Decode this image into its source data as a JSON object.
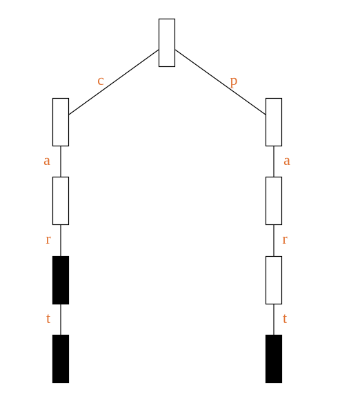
{
  "diagram": {
    "type": "trie",
    "colors": {
      "label": "#e07030",
      "node_fill": "#ffffff",
      "terminal_fill": "#000000",
      "stroke": "#000000"
    },
    "nodes": [
      {
        "id": "root",
        "terminal": false
      },
      {
        "id": "c",
        "terminal": false
      },
      {
        "id": "ca",
        "terminal": false
      },
      {
        "id": "car",
        "terminal": true
      },
      {
        "id": "cart",
        "terminal": true
      },
      {
        "id": "p",
        "terminal": false
      },
      {
        "id": "pa",
        "terminal": false
      },
      {
        "id": "par",
        "terminal": false
      },
      {
        "id": "part",
        "terminal": true
      }
    ],
    "edges": [
      {
        "from": "root",
        "to": "c",
        "label": "c"
      },
      {
        "from": "c",
        "to": "ca",
        "label": "a"
      },
      {
        "from": "ca",
        "to": "car",
        "label": "r"
      },
      {
        "from": "car",
        "to": "cart",
        "label": "t"
      },
      {
        "from": "root",
        "to": "p",
        "label": "p"
      },
      {
        "from": "p",
        "to": "pa",
        "label": "a"
      },
      {
        "from": "pa",
        "to": "par",
        "label": "r"
      },
      {
        "from": "par",
        "to": "part",
        "label": "t"
      }
    ]
  }
}
